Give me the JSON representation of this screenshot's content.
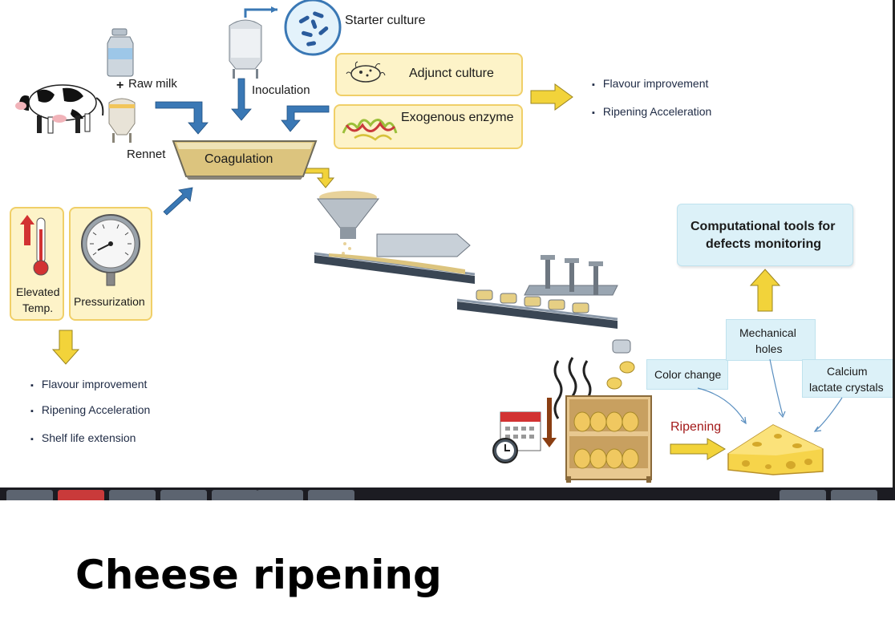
{
  "diagram": {
    "inputs": {
      "raw_milk": "Raw milk",
      "plus": "+",
      "rennet": "Rennet",
      "inoculation": "Inoculation",
      "starter_culture": "Starter culture"
    },
    "coagulation": "Coagulation",
    "cultures": {
      "adjunct_culture": "Adjunct culture",
      "exogenous_enzyme": "Exogenous enzyme"
    },
    "culture_benefits": [
      "Flavour improvement",
      "Ripening Acceleration"
    ],
    "treatments": {
      "elevated_temp_line1": "Elevated",
      "elevated_temp_line2": "Temp.",
      "pressurization": "Pressurization"
    },
    "treatment_benefits": [
      "Flavour improvement",
      "Ripening Acceleration",
      "Shelf life extension"
    ],
    "ripening": "Ripening",
    "defects": {
      "color_change": "Color change",
      "mechanical_holes_line1": "Mechanical",
      "mechanical_holes_line2": "holes",
      "calcium_line1": "Calcium",
      "calcium_line2": "lactate crystals"
    },
    "computational_line1": "Computational tools for",
    "computational_line2": "defects monitoring"
  },
  "caption": "Cheese ripening",
  "colors": {
    "arrow_blue": "#3a78b5",
    "arrow_yellow": "#f2d33a",
    "box_yellow": "#fdf3c8",
    "box_blue": "#dcf1f8",
    "ripening_text": "#a31a1a"
  }
}
